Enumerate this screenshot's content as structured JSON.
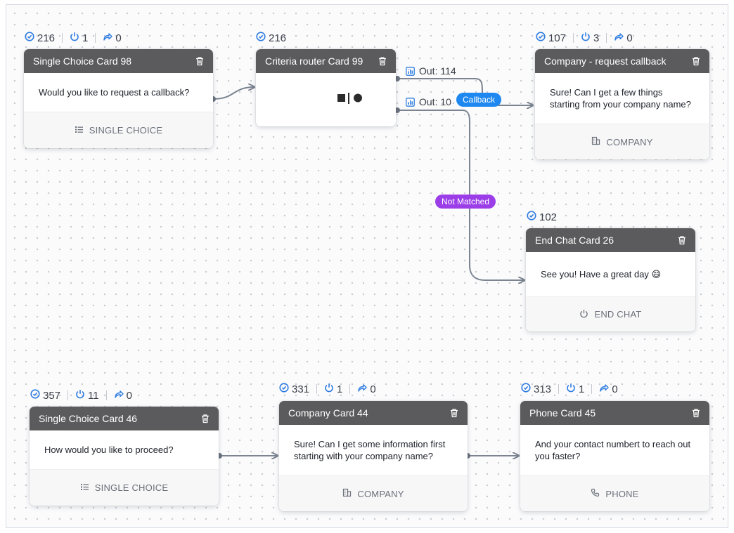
{
  "colors": {
    "header": "#5b5b5d",
    "wire": "#7b8490",
    "stat_icon": "#2f7de1",
    "callback_pill": "#1e88f0",
    "not_matched_pill": "#9b3ee8"
  },
  "cards": {
    "c98": {
      "title": "Single Choice Card 98",
      "message": "Would you like to request a callback?",
      "footer": "SINGLE CHOICE",
      "footer_icon": "list-icon",
      "stats": {
        "views": "216",
        "exits": "1",
        "forwards": "0"
      }
    },
    "c99": {
      "title": "Criteria router Card 99",
      "stats": {
        "views": "216"
      },
      "outputs": [
        {
          "label": "Out: 114"
        },
        {
          "label": "Out: 10"
        }
      ]
    },
    "callback": {
      "title": "Company - request callback",
      "message": "Sure! Can I get a few things starting from your company name?",
      "footer": "COMPANY",
      "footer_icon": "building-icon",
      "stats": {
        "views": "107",
        "exits": "3",
        "forwards": "0"
      }
    },
    "c26": {
      "title": "End Chat Card 26",
      "message": "See you! Have a great day",
      "emoji": "😄",
      "footer": "END CHAT",
      "footer_icon": "power-icon",
      "stats": {
        "views": "102"
      }
    },
    "c46": {
      "title": "Single Choice Card 46",
      "message": "How would you like to proceed?",
      "footer": "SINGLE CHOICE",
      "footer_icon": "list-icon",
      "stats": {
        "views": "357",
        "exits": "11",
        "forwards": "0"
      }
    },
    "c44": {
      "title": "Company Card 44",
      "message": "Sure! Can I get some information first starting with your company name?",
      "footer": "COMPANY",
      "footer_icon": "building-icon",
      "stats": {
        "views": "331",
        "exits": "1",
        "forwards": "0"
      }
    },
    "c45": {
      "title": "Phone Card 45",
      "message": "And your contact numbert to reach out you faster?",
      "footer": "PHONE",
      "footer_icon": "phone-icon",
      "stats": {
        "views": "313",
        "exits": "1",
        "forwards": "0"
      }
    }
  },
  "labels": {
    "callback": "Callback",
    "not_matched": "Not Matched"
  }
}
